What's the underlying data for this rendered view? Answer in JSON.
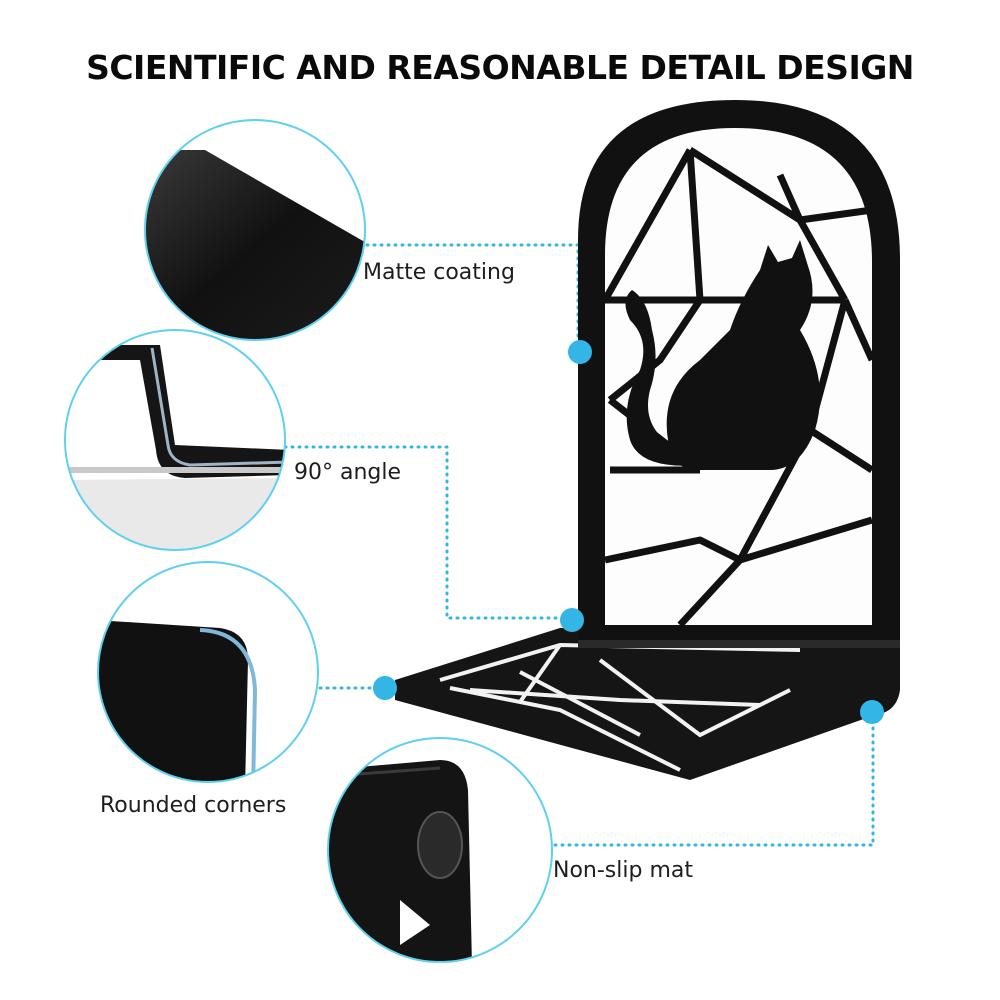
{
  "title": "SCIENTIFIC AND REASONABLE DETAIL DESIGN",
  "features": [
    {
      "label": "Matte coating",
      "icon": "matte-surface-closeup"
    },
    {
      "label": "90° angle",
      "icon": "bent-corner-closeup"
    },
    {
      "label": "Rounded corners",
      "icon": "rounded-corner-closeup"
    },
    {
      "label": "Non-slip mat",
      "icon": "rubber-pad-closeup"
    }
  ],
  "colors": {
    "accent": "#33b5e5",
    "metal": "#1a1a1a",
    "ring": "#5fd0ee"
  }
}
